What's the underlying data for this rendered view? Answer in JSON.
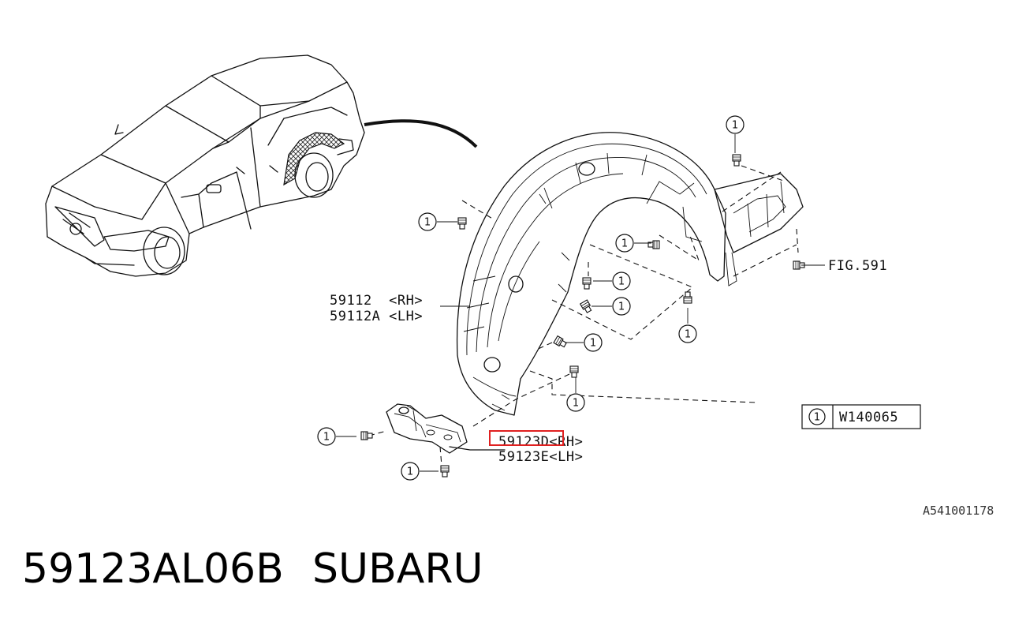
{
  "diagram": {
    "callout_symbol": "1",
    "labels": {
      "liner_rh": "59112  <RH>",
      "liner_lh": "59112A <LH>",
      "bracket_rh": "59123D<RH>",
      "bracket_lh": "59123E<LH>",
      "fig_ref": "FIG.591"
    },
    "legend": {
      "number": "1",
      "part": "W140065"
    },
    "drawing_code": "A541001178",
    "highlight_color": "#e02020"
  },
  "caption": {
    "part_number": "59123AL06B",
    "brand": "SUBARU"
  }
}
